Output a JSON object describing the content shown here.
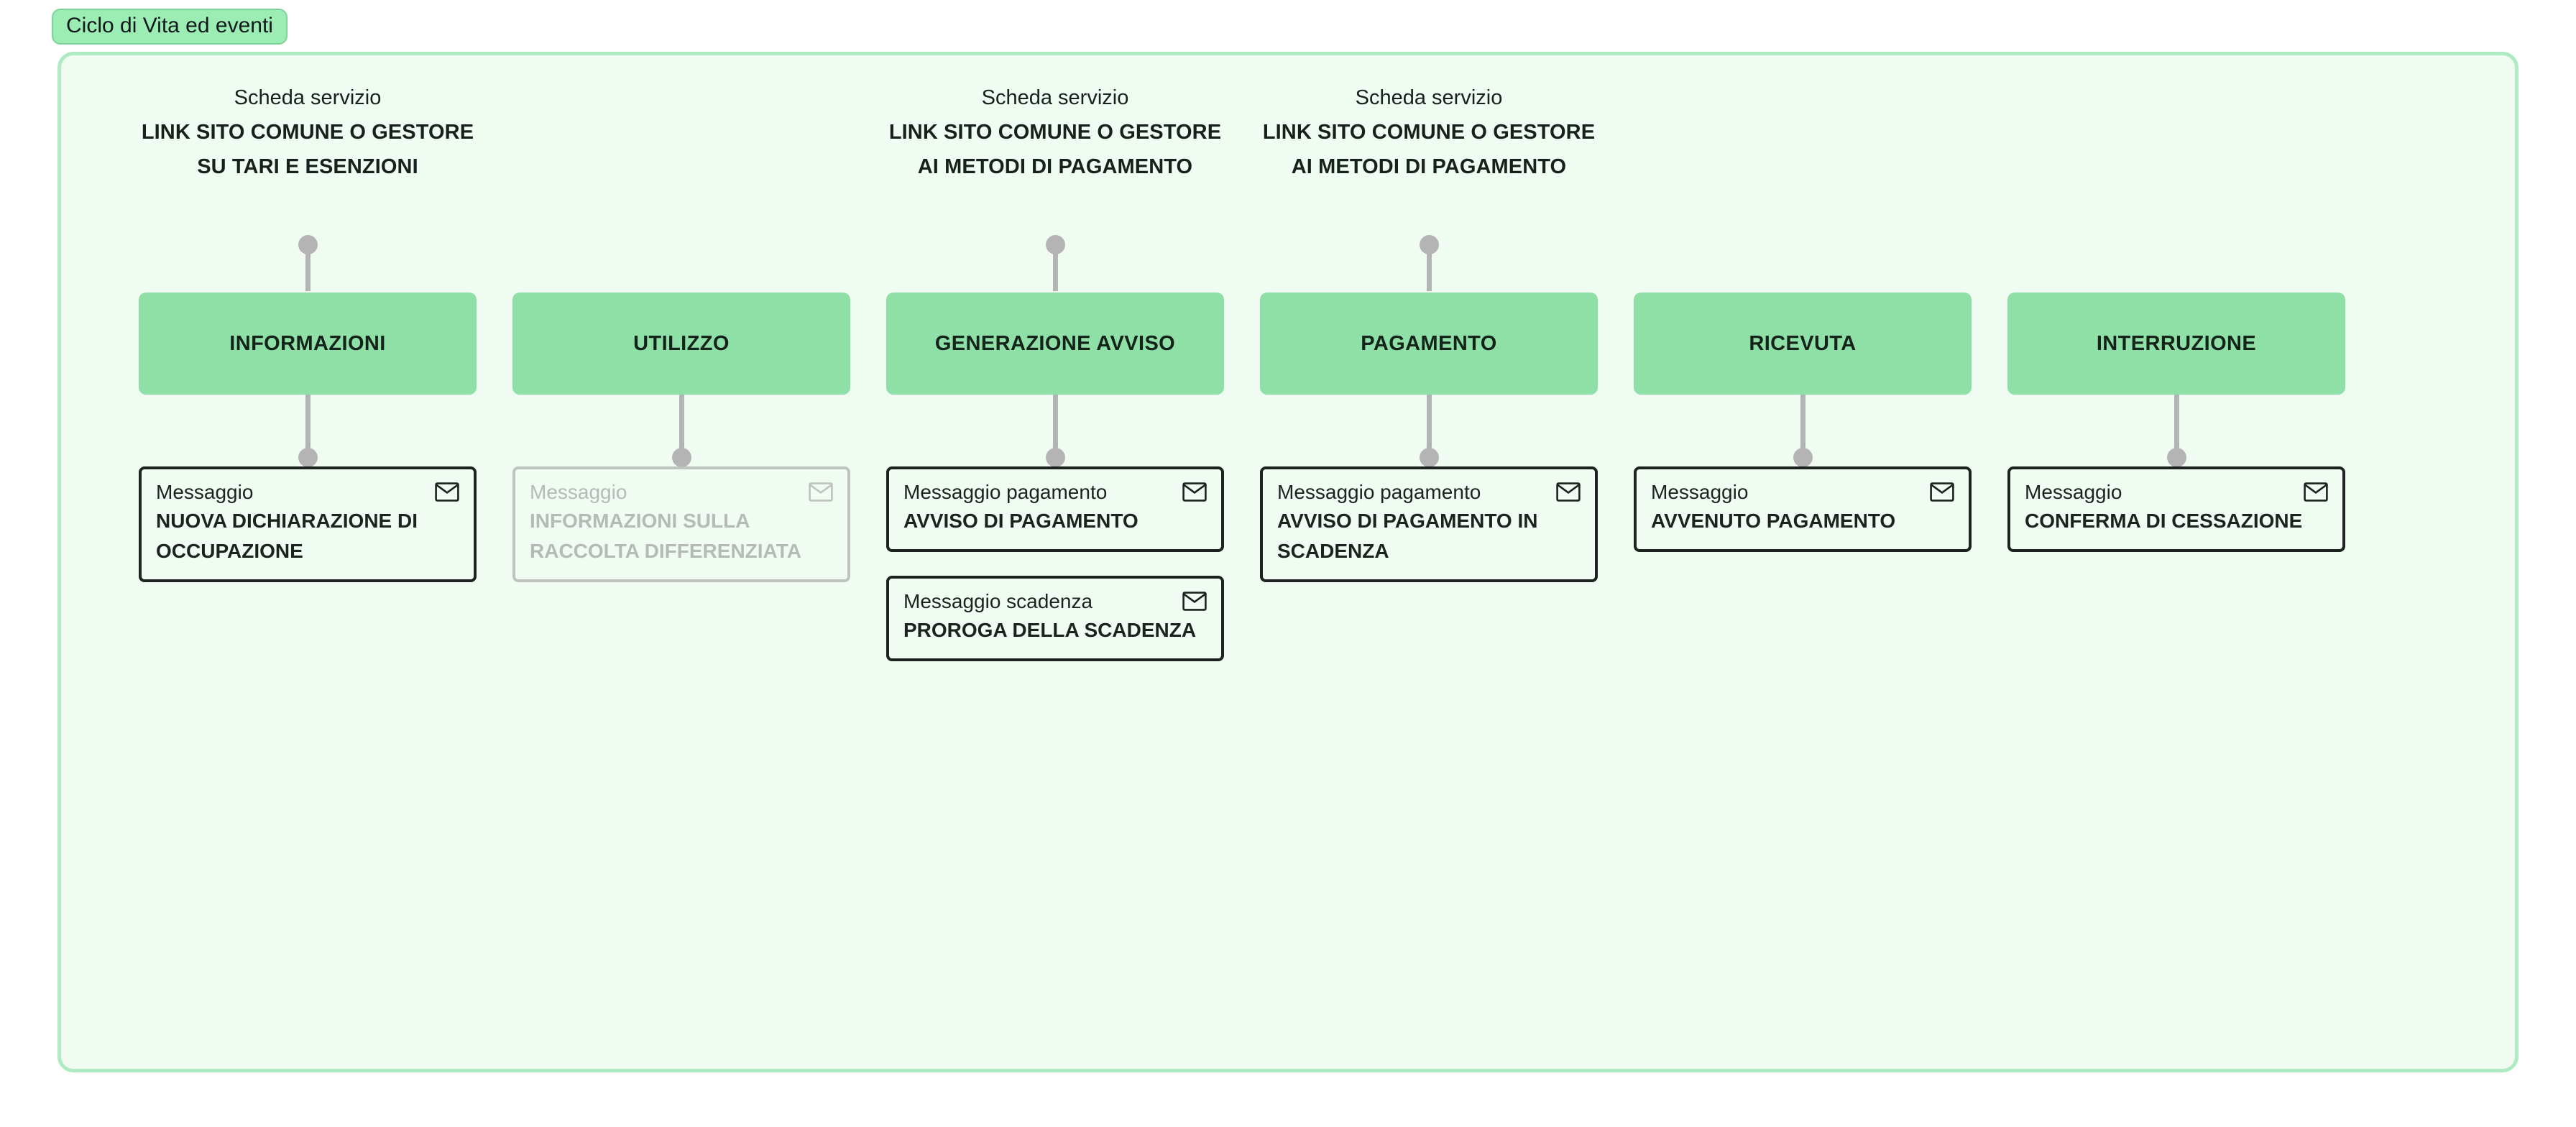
{
  "section": {
    "label": "Ciclo di Vita ed eventi"
  },
  "theme": {
    "pill_bg": "#9BEDB3",
    "board_bg": "#F0FBF2",
    "board_border": "#AEEBC2",
    "phase_bg": "#8EE0A6",
    "connector": "#B4B4B4",
    "card_border": "#1D2220",
    "card_border_disabled": "#BFC3BF",
    "text_disabled": "#B6BAB6"
  },
  "icons": {
    "envelope": "envelope-icon"
  },
  "columns": [
    {
      "id": "informazioni",
      "service": {
        "kicker": "Scheda servizio",
        "title": "LINK SITO COMUNE O GESTORE SU TARI E ESENZIONI"
      },
      "phase": "INFORMAZIONI",
      "cards": [
        {
          "kind": "Messaggio",
          "title": "NUOVA DICHIARAZIONE DI OCCUPAZIONE",
          "disabled": false
        }
      ]
    },
    {
      "id": "utilizzo",
      "service": null,
      "phase": "UTILIZZO",
      "cards": [
        {
          "kind": "Messaggio",
          "title": "INFORMAZIONI SULLA RACCOLTA DIFFERENZIATA",
          "disabled": true
        }
      ]
    },
    {
      "id": "generazione-avviso",
      "service": {
        "kicker": "Scheda servizio",
        "title": "LINK SITO COMUNE O GESTORE AI METODI DI PAGAMENTO"
      },
      "phase": "GENERAZIONE AVVISO",
      "cards": [
        {
          "kind": "Messaggio pagamento",
          "title": "AVVISO DI PAGAMENTO",
          "disabled": false
        },
        {
          "kind": "Messaggio scadenza",
          "title": "PROROGA DELLA SCADENZA",
          "disabled": false
        }
      ]
    },
    {
      "id": "pagamento",
      "service": {
        "kicker": "Scheda servizio",
        "title": "LINK SITO COMUNE O GESTORE AI METODI DI PAGAMENTO"
      },
      "phase": "PAGAMENTO",
      "cards": [
        {
          "kind": "Messaggio pagamento",
          "title": "AVVISO DI PAGAMENTO IN SCADENZA",
          "disabled": false
        }
      ]
    },
    {
      "id": "ricevuta",
      "service": null,
      "phase": "RICEVUTA",
      "cards": [
        {
          "kind": "Messaggio",
          "title": "AVVENUTO PAGAMENTO",
          "disabled": false
        }
      ]
    },
    {
      "id": "interruzione",
      "service": null,
      "phase": "INTERRUZIONE",
      "cards": [
        {
          "kind": "Messaggio",
          "title": "CONFERMA DI CESSAZIONE",
          "disabled": false
        }
      ]
    }
  ]
}
